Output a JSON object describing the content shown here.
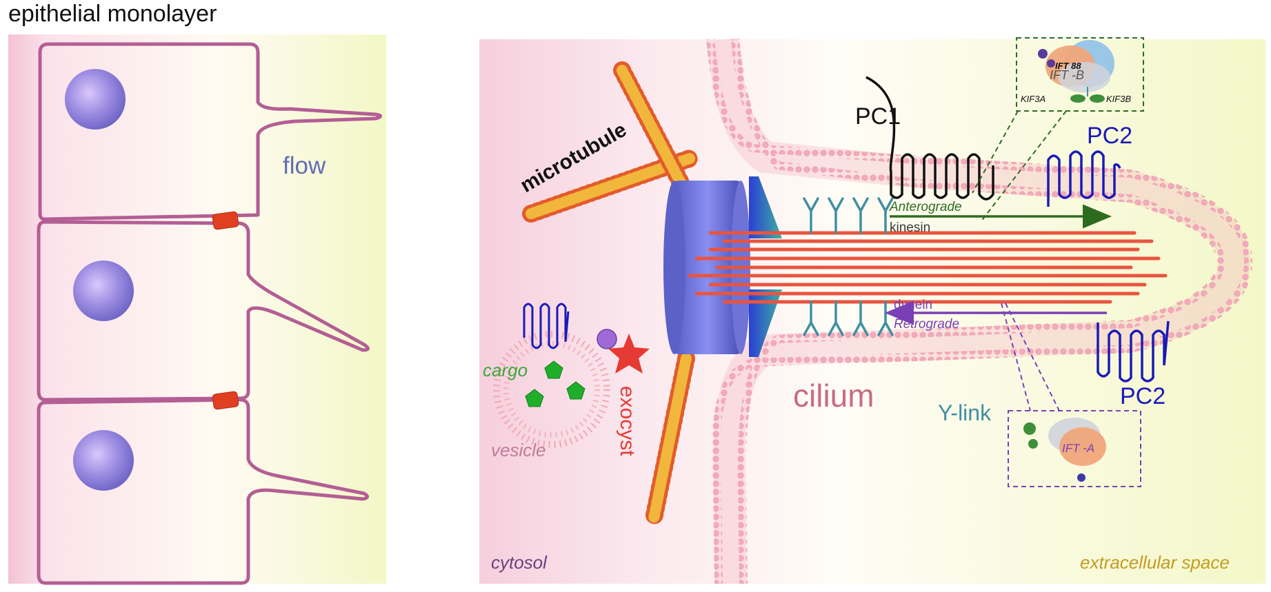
{
  "left_panel": {
    "title": "epithelial monolayer",
    "flow_label": "flow"
  },
  "right_panel": {
    "labels": {
      "microtubule": "microtubule",
      "pc1": "PC1",
      "pc2_top": "PC2",
      "pc2_bottom": "PC2",
      "anterograde": "Anterograde",
      "kinesin": "kinesin",
      "dynein": "dynein",
      "retrograde": "Retrograde",
      "cargo": "cargo",
      "vesicle": "vesicle",
      "exocyst": "exocyst",
      "cilium": "cilium",
      "y_link": "Y-link",
      "cytosol": "cytosol",
      "extracellular_space": "extracellular space"
    },
    "ift_b_inset": {
      "ift88": "IFT 88",
      "ift_b": "IFT -B",
      "kif3a": "KIF3A",
      "kif3b": "KIF3B"
    },
    "ift_a_inset": {
      "ift_a": "IFT -A"
    }
  },
  "colors": {
    "cell_outline": "#b35e94",
    "nucleus": "#8e7fd8",
    "junction": "#e0401f",
    "membrane_lipid": "#f2a7b6",
    "axoneme": "#e8553f",
    "basal_body": "#6f73d6",
    "transition_zone": "#2f47d8",
    "anterograde_arrow": "#2f6b1f",
    "retrograde_arrow": "#7a3fb5",
    "pc2": "#1a1ab8",
    "y_link": "#3f8fa3",
    "cargo": "#1fae2a",
    "exocyst": "#e63a34",
    "cilium_text": "#c86b84",
    "flow_text": "#5f6bb5",
    "extracellular_text": "#c39b22",
    "cytosol_text": "#6a3f7f",
    "vesicle_text": "#c07a96"
  }
}
